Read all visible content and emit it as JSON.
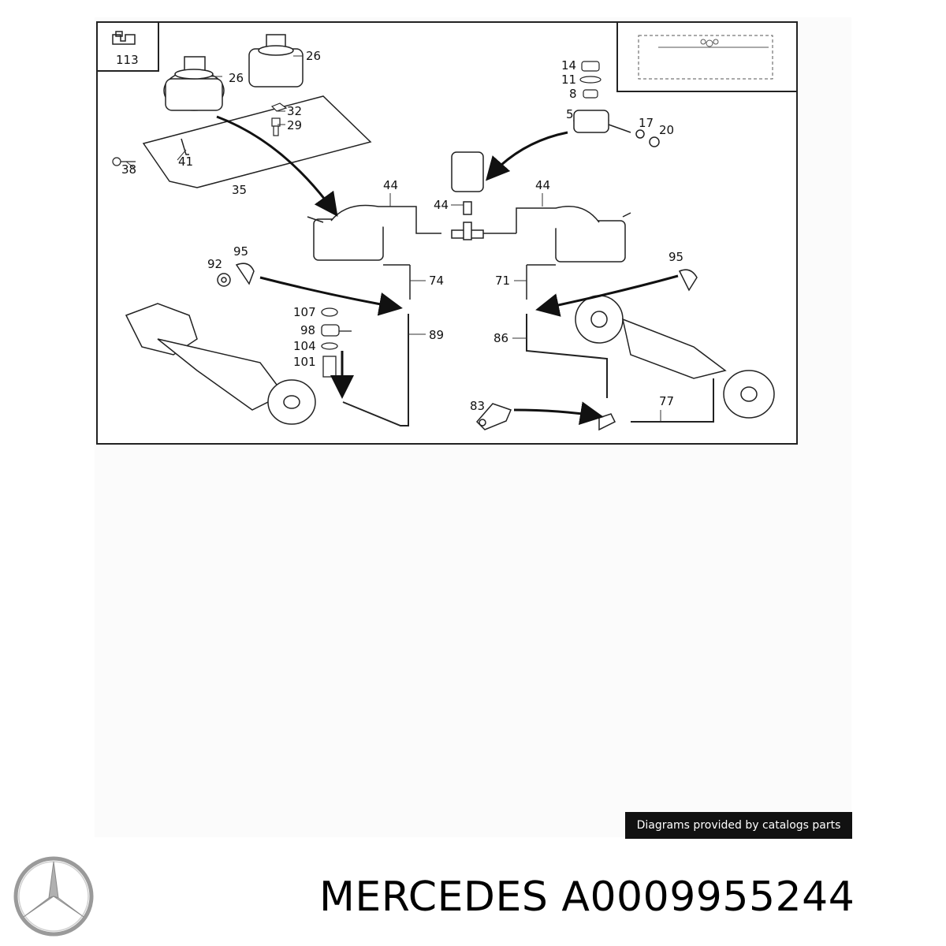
{
  "diagram": {
    "callouts": {
      "c113": "113",
      "c26a": "26",
      "c26b": "26",
      "c32": "32",
      "c29": "29",
      "c41": "41",
      "c38": "38",
      "c35": "35",
      "c14": "14",
      "c11": "11",
      "c8": "8",
      "c5": "5",
      "c17": "17",
      "c20": "20",
      "c44a": "44",
      "c44b": "44",
      "c44c": "44",
      "c95a": "95",
      "c92": "92",
      "c74": "74",
      "c71": "71",
      "c95b": "95",
      "c107": "107",
      "c98": "98",
      "c104": "104",
      "c101": "101",
      "c89": "89",
      "c86": "86",
      "c83": "83",
      "c77": "77"
    }
  },
  "footer": {
    "credit": "Diagrams provided by catalogs parts",
    "brand": "MERCEDES",
    "part_number": "A0009955244",
    "logo_icon": "mercedes-star-icon"
  }
}
